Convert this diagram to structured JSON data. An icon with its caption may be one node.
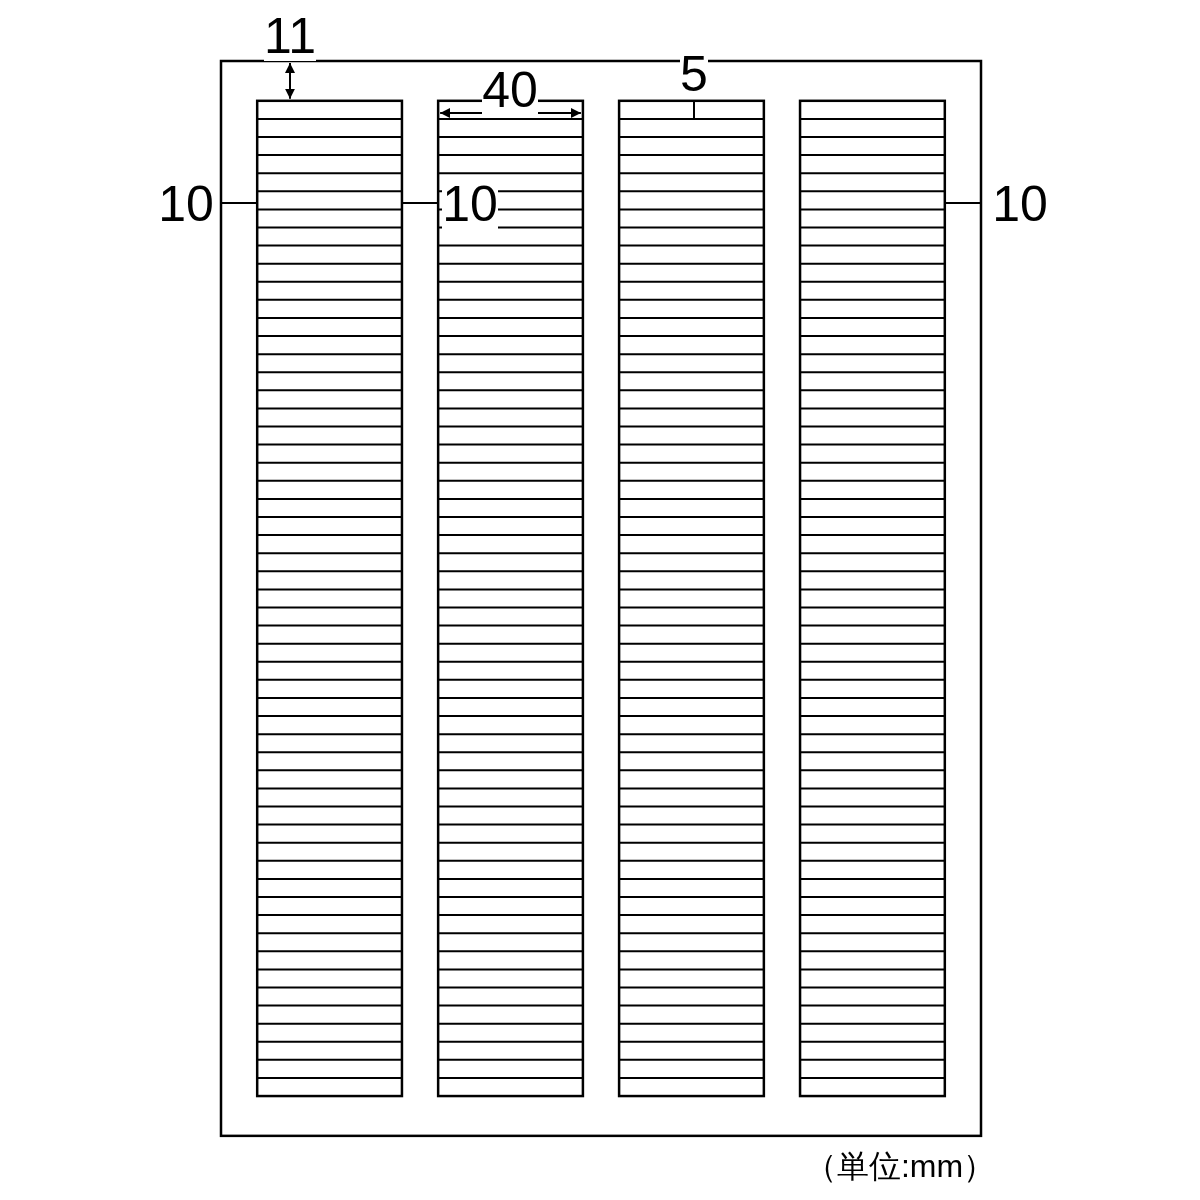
{
  "diagram": {
    "labels": [
      "11",
      "40",
      "5",
      "10",
      "10",
      "10",
      "（単位:mm）"
    ]
  }
}
